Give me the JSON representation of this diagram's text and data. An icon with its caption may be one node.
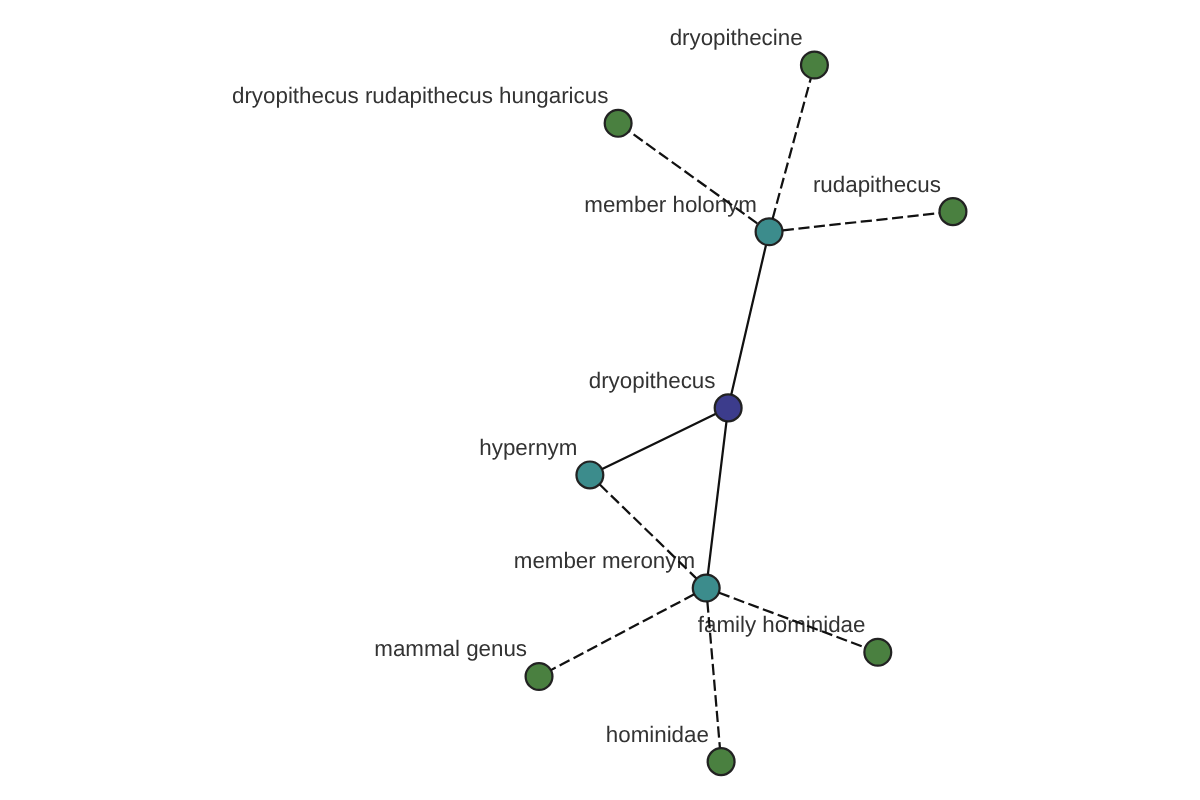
{
  "diagram": {
    "nodes": [
      {
        "text": [
          "dryopithecus"
        ]
      },
      {
        "text": [
          "member holonym"
        ]
      },
      {
        "text": [
          "rudapithecus"
        ]
      },
      {
        "text": [
          "dryopithecus rudapithecus hungaricus"
        ]
      },
      {
        "text": [
          "dryopithecine"
        ]
      },
      {
        "text": [
          "hypernym"
        ]
      },
      {
        "text": [
          "member meronym"
        ]
      },
      {
        "text": [
          "family hominidae"
        ]
      },
      {
        "text": [
          "mammal genus"
        ]
      },
      {
        "text": [
          "hominidae"
        ]
      }
    ],
    "edges": [
      {
        "from": 0,
        "to": 1,
        "arrow": "none"
      },
      {
        "from": 1,
        "to": 2,
        "arrow": "none",
        "style": "dashed"
      },
      {
        "from": 1,
        "to": 3,
        "arrow": "none",
        "style": "dashed"
      },
      {
        "from": 1,
        "to": 4,
        "arrow": "none",
        "style": "dashed"
      },
      {
        "from": 0,
        "to": 5,
        "arrow": "none"
      },
      {
        "from": 0,
        "to": 6,
        "arrow": "none"
      },
      {
        "from": 5,
        "to": 6,
        "arrow": "none",
        "style": "dashed"
      },
      {
        "from": 6,
        "to": 7,
        "arrow": "none",
        "style": "dashed"
      },
      {
        "from": 6,
        "to": 8,
        "arrow": "none",
        "style": "dashed"
      },
      {
        "from": 6,
        "to": 9,
        "arrow": "none",
        "style": "dashed"
      }
    ]
  }
}
